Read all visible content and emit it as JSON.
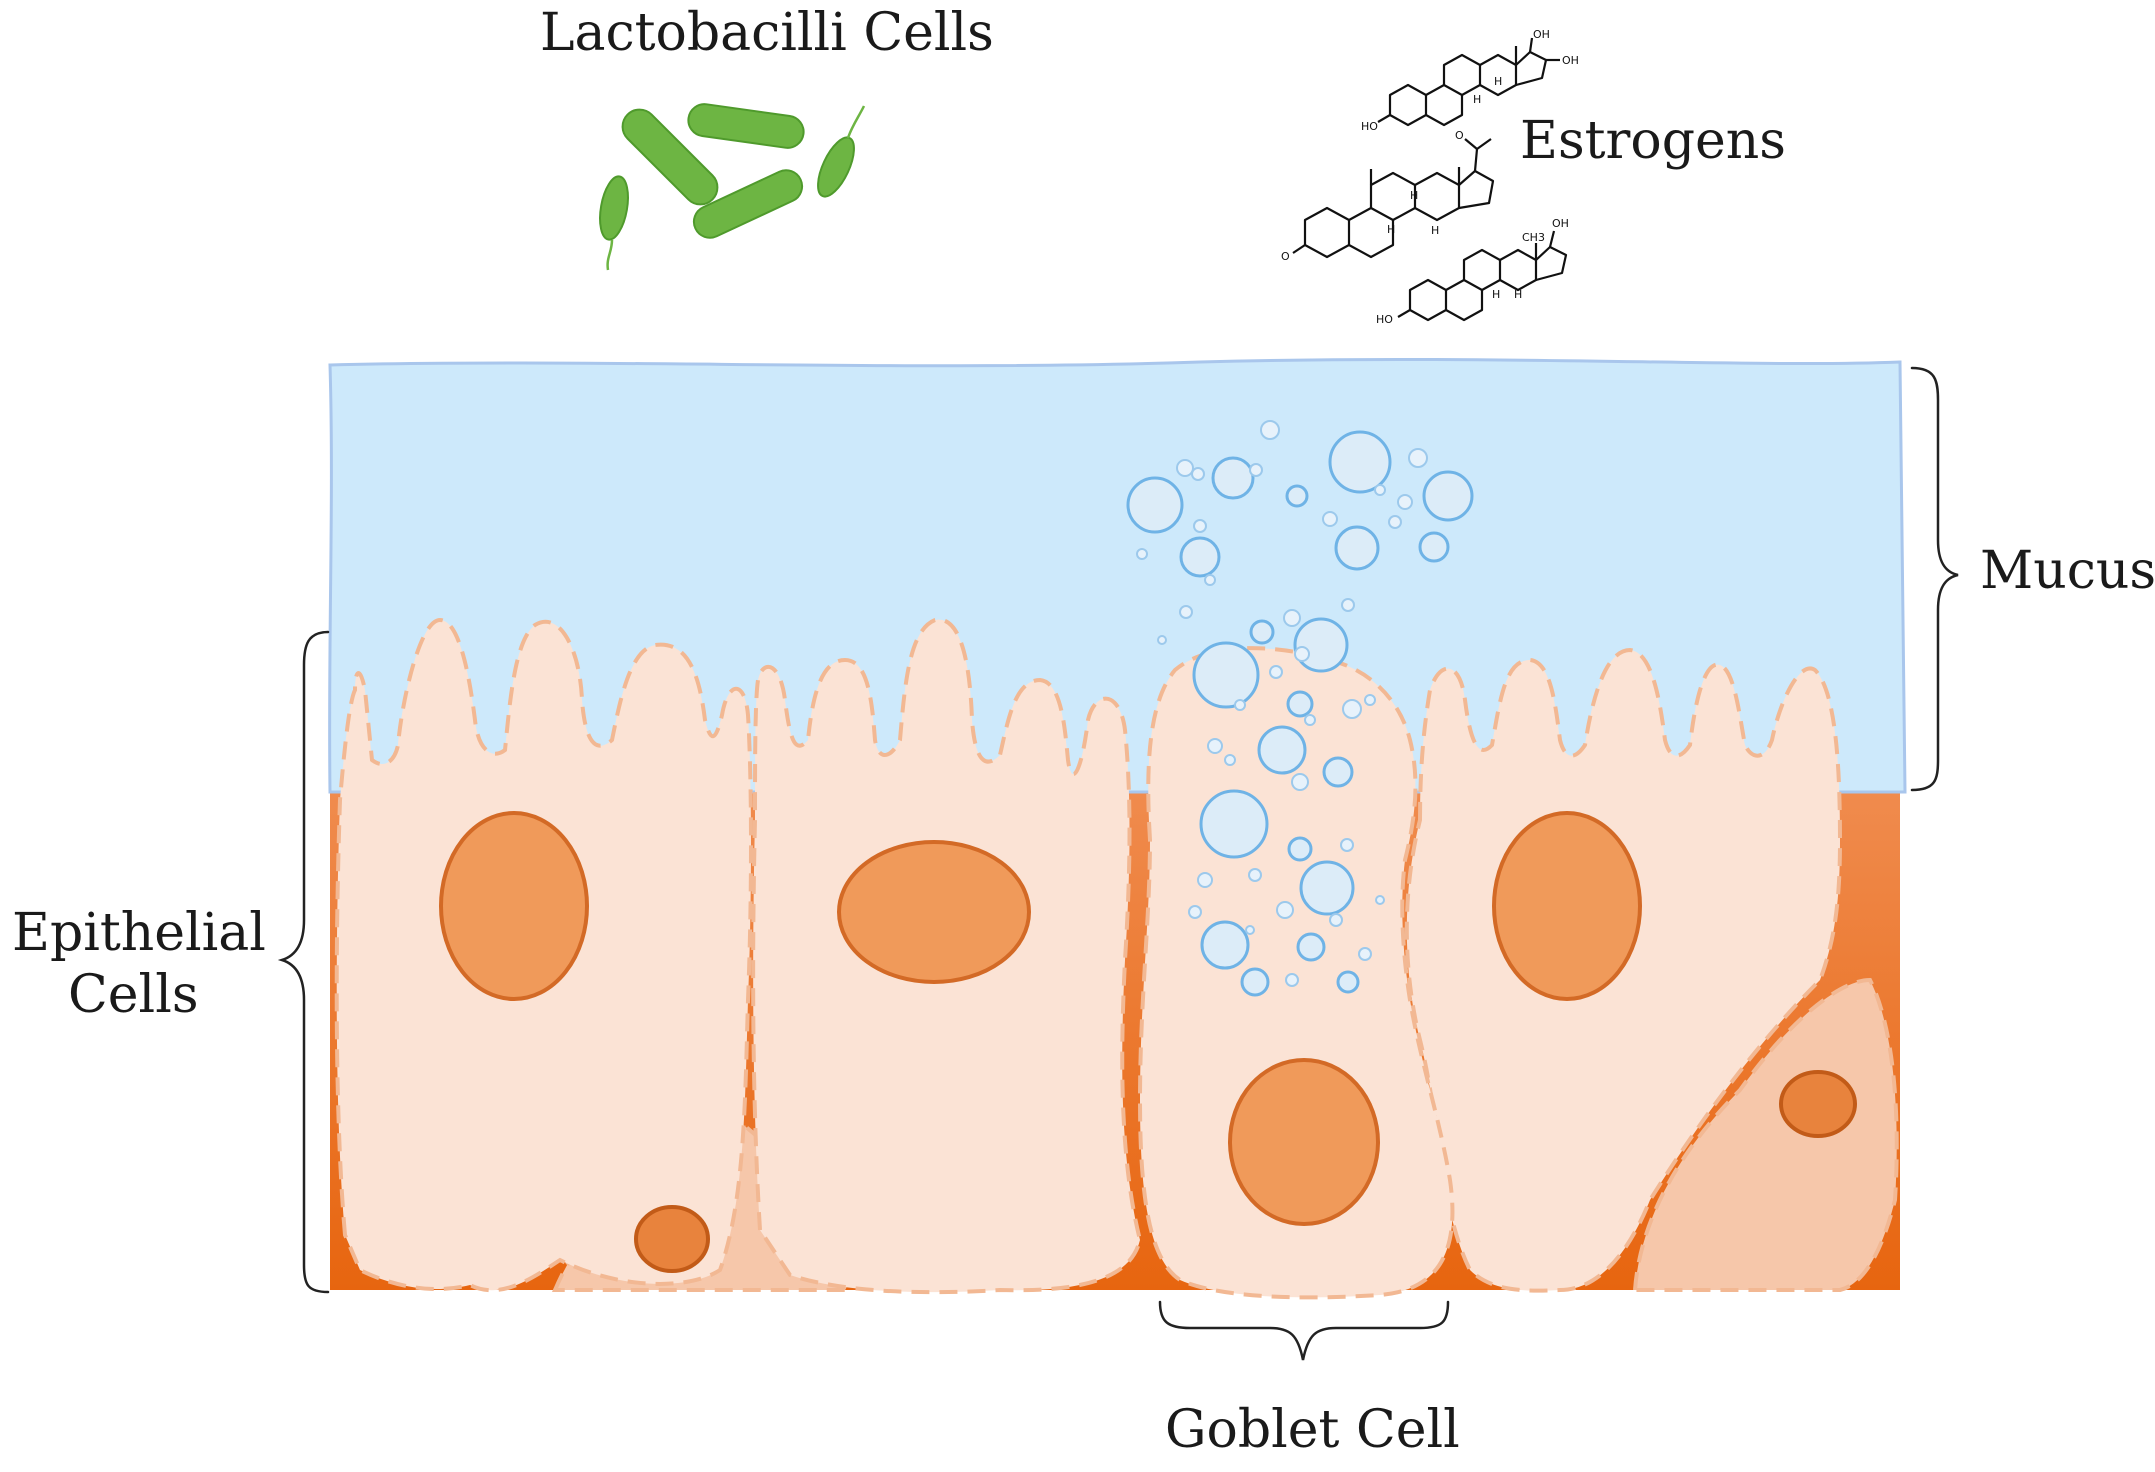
{
  "labels": {
    "lactobacilli": "Lactobacilli Cells",
    "estrogens": "Estrogens",
    "mucus": "Mucus",
    "epithelial_line1": "Epithelial",
    "epithelial_line2": "Cells",
    "goblet": "Goblet Cell"
  },
  "chem_labels": {
    "oh": "OH",
    "ho": "HO",
    "h": "H",
    "o": "O",
    "ch3": "CH3"
  },
  "colors": {
    "mucus": "#cde9fb",
    "tissue_top": "#f08c4f",
    "tissue_bottom": "#e7650f",
    "cell_fill": "#fbe3d5",
    "nucleus": "#f09a5a",
    "bacteria": "#6db543",
    "vesicle": "#6fb3e6"
  }
}
